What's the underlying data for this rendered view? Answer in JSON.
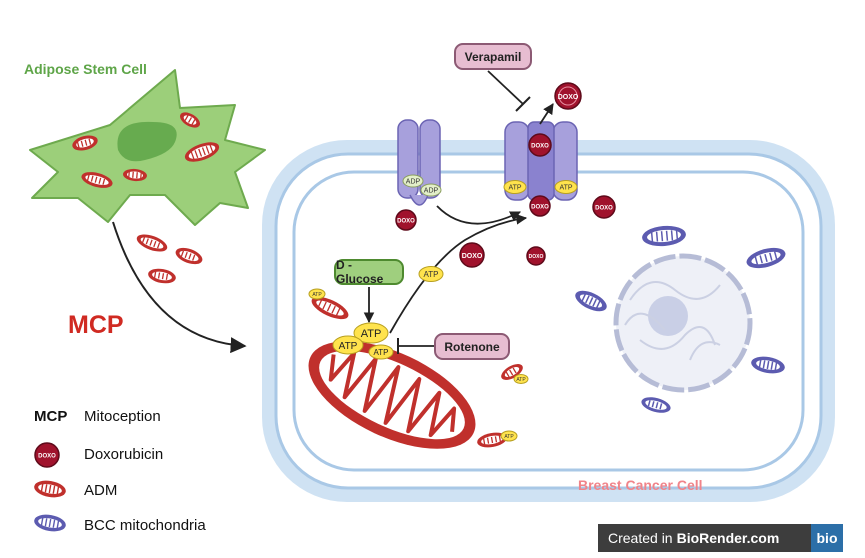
{
  "labels": {
    "adipose_stem_cell": "Adipose Stem Cell",
    "mcp": "MCP",
    "breast_cancer_cell": "Breast Cancer Cell",
    "verapamil": "Verapamil",
    "rotenone": "Rotenone",
    "d_glucose": "D - Glucose",
    "atp": "ATP",
    "adp": "ADP",
    "doxo": "DOXO"
  },
  "legend": {
    "mcp_abbr": "MCP",
    "mcp_label": "Mitoception",
    "doxorubicin": "Doxorubicin",
    "adm": "ADM",
    "bcc_mitochondria": "BCC mitochondria"
  },
  "badge": {
    "created_in": "Created in",
    "brand": "BioRender.com",
    "logo": "bio"
  },
  "colors": {
    "adipose_cell": "#9ccf7a",
    "adipose_nucleus": "#5ea548",
    "adm_red": "#c0302c",
    "doxo": "#a0122c",
    "bcc_mito": "#5c5bb0",
    "membrane": "#cfe2f3",
    "transporter": "#a7a0dc",
    "atp_yellow": "#ffe34d"
  }
}
